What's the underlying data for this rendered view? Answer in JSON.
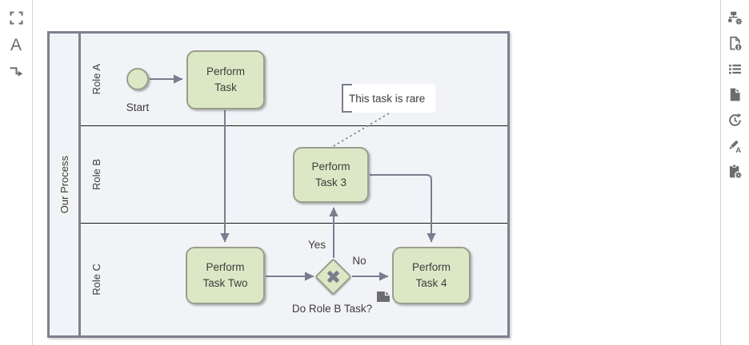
{
  "left_toolbar": {
    "icons": [
      "fit-view-icon",
      "font-tool-icon",
      "connector-style-icon"
    ],
    "font_tool_label": "A"
  },
  "right_toolbar": {
    "icons": [
      "diagram-settings-icon",
      "document-info-icon",
      "outline-list-icon",
      "page-icon",
      "history-icon",
      "format-font-icon",
      "clipboard-settings-icon"
    ],
    "font_badge": "A"
  },
  "pool": {
    "title": "Our Process",
    "lanes": [
      {
        "label": "Role A"
      },
      {
        "label": "Role B"
      },
      {
        "label": "Role C"
      }
    ]
  },
  "shapes": {
    "start_event_label": "Start",
    "task_a": "Perform Task",
    "task_two": "Perform Task Two",
    "task_3": "Perform Task 3",
    "task_4": "Perform Task 4",
    "gateway_question": "Do Role B Task?",
    "branch_yes": "Yes",
    "branch_no": "No",
    "annotation_text": "This task is rare"
  },
  "colors": {
    "task_fill": "#dce8c5",
    "task_border": "#9a9e8e",
    "connector": "#7b7d8e",
    "pool_border": "#7e808f",
    "lane_fill": "#f2f3f7",
    "lane_divider": "#1a1a1a",
    "icon": "#6d6d6d",
    "annotation_bg": "#ffffff",
    "text": "#3c3c3c"
  }
}
